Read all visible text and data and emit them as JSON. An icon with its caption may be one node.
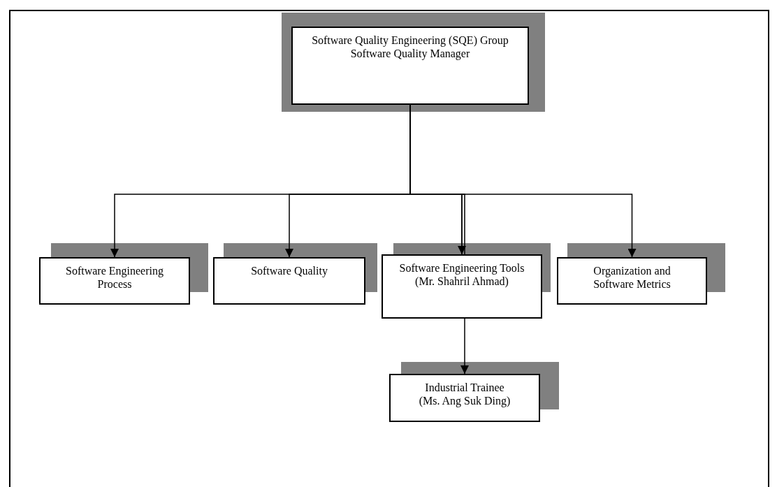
{
  "diagram": {
    "nodes": [
      {
        "text": [
          "Software Quality Engineering (SQE) Group",
          "Software Quality Manager"
        ]
      },
      {
        "text": [
          "Software Engineering Process"
        ]
      },
      {
        "text": [
          "Software Quality"
        ]
      },
      {
        "text": [
          "Software Engineering Tools",
          "(Mr. Shahril Ahmad)"
        ]
      },
      {
        "text": [
          "Organization and Software Metrics"
        ]
      },
      {
        "text": [
          "Industrial Trainee",
          "(Ms. Ang Suk Ding)"
        ]
      }
    ],
    "edges": [
      {
        "from": 0,
        "to": 1,
        "arrow": "to"
      },
      {
        "from": 0,
        "to": 2,
        "arrow": "to"
      },
      {
        "from": 0,
        "to": 3,
        "arrow": "to"
      },
      {
        "from": 0,
        "to": 4,
        "arrow": "to"
      },
      {
        "from": 3,
        "to": 5,
        "arrow": "to"
      }
    ]
  }
}
